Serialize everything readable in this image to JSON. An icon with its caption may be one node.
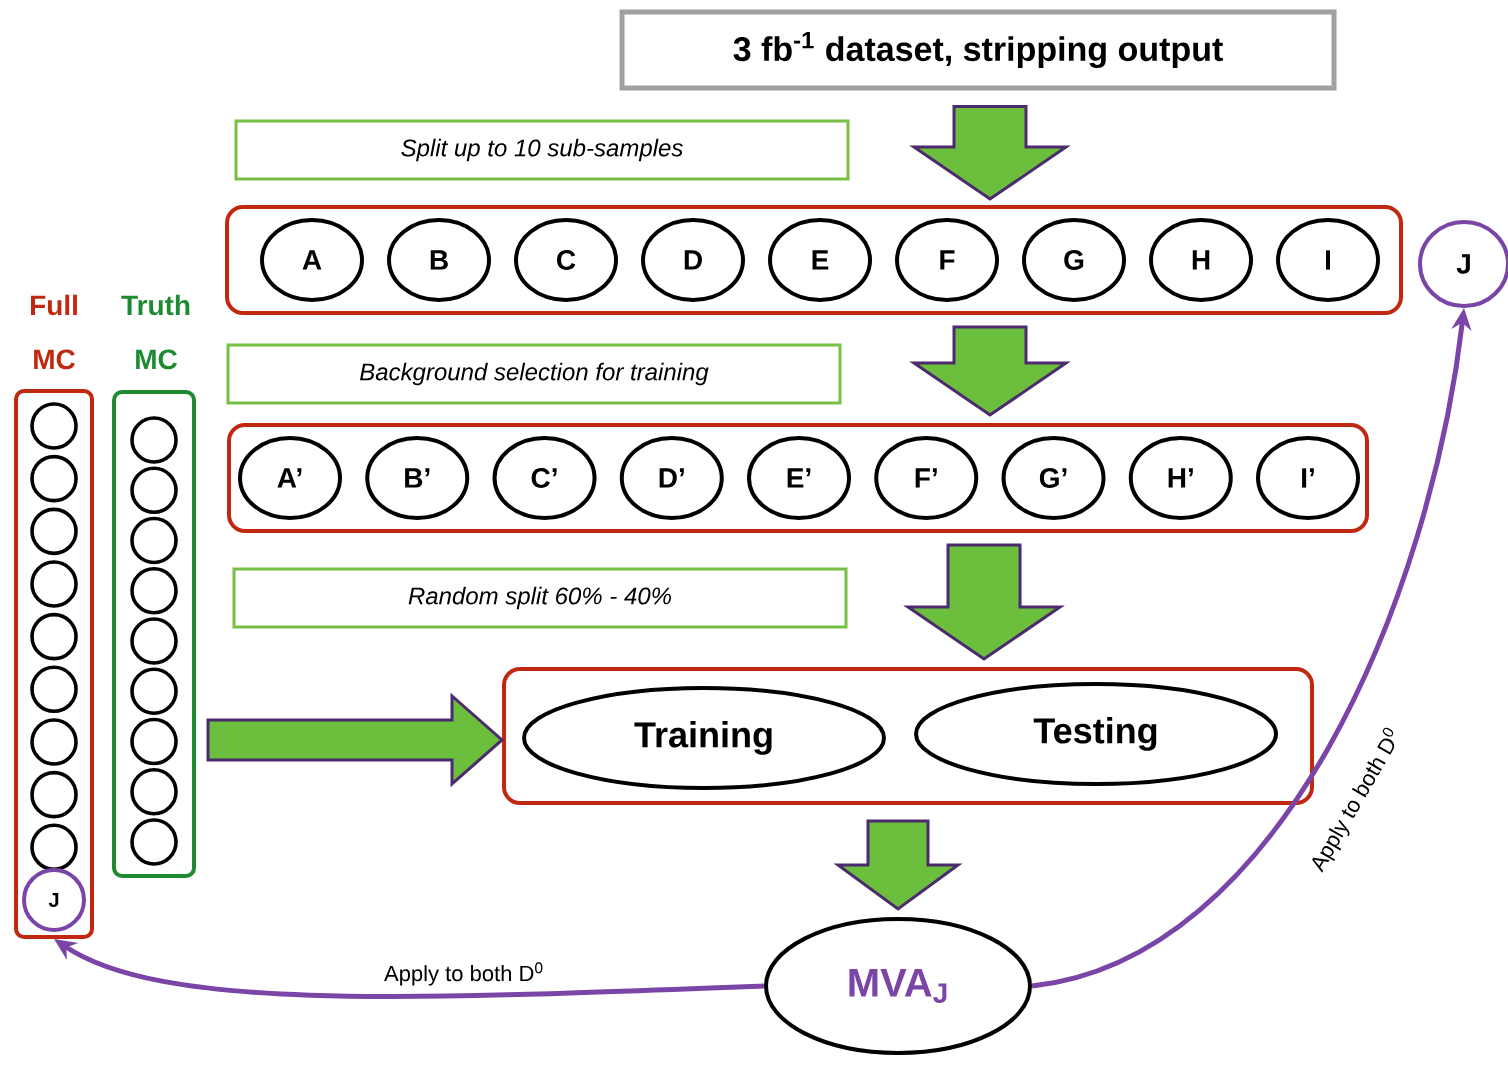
{
  "diagram": {
    "nodes": [
      {
        "text": [
          "3 fb$^{-1}$ dataset, stripping output"
        ]
      },
      {
        "text": [
          "Split up to 10 sub-samples"
        ]
      },
      {
        "text": [],
        "shape": "box"
      },
      {
        "text": [
          "A"
        ],
        "in": 2
      },
      {
        "text": [
          "B"
        ],
        "in": 2
      },
      {
        "text": [
          "C"
        ],
        "in": 2
      },
      {
        "text": [
          "D"
        ],
        "in": 2
      },
      {
        "text": [
          "E"
        ],
        "in": 2
      },
      {
        "text": [
          "F"
        ],
        "in": 2
      },
      {
        "text": [
          "G"
        ],
        "in": 2
      },
      {
        "text": [
          "H"
        ],
        "in": 2
      },
      {
        "text": [
          "I"
        ],
        "in": 2
      },
      {
        "text": [
          "J"
        ]
      },
      {
        "text": [
          "Background selection for training"
        ]
      },
      {
        "text": [],
        "shape": "box"
      },
      {
        "text": [
          "A’"
        ],
        "in": 14
      },
      {
        "text": [
          "B’"
        ],
        "in": 14
      },
      {
        "text": [
          "C’"
        ],
        "in": 14
      },
      {
        "text": [
          "D’"
        ],
        "in": 14
      },
      {
        "text": [
          "E’"
        ],
        "in": 14
      },
      {
        "text": [
          "F’"
        ],
        "in": 14
      },
      {
        "text": [
          "G’"
        ],
        "in": 14
      },
      {
        "text": [
          "H’"
        ],
        "in": 14
      },
      {
        "text": [
          "I’"
        ],
        "in": 14
      },
      {
        "text": [
          "Random split 60% - 40%"
        ]
      },
      {
        "text": [],
        "shape": "box"
      },
      {
        "text": [
          "Training"
        ],
        "in": 25
      },
      {
        "text": [
          "Testing"
        ],
        "in": 25
      },
      {
        "text": [
          "MVA$_{J}$"
        ]
      },
      {
        "text": [
          "Full MC"
        ]
      },
      {
        "text": [
          "Truth MC"
        ]
      },
      {
        "text": [],
        "shape": "circle",
        "in": 29
      },
      {
        "text": [],
        "shape": "circle",
        "in": 29
      },
      {
        "text": [],
        "shape": "circle",
        "in": 29
      },
      {
        "text": [],
        "shape": "circle",
        "in": 29
      },
      {
        "text": [],
        "shape": "circle",
        "in": 29
      },
      {
        "text": [],
        "shape": "circle",
        "in": 29
      },
      {
        "text": [],
        "shape": "circle",
        "in": 29
      },
      {
        "text": [],
        "shape": "circle",
        "in": 29
      },
      {
        "text": [],
        "shape": "circle",
        "in": 29
      },
      {
        "text": [
          "J"
        ],
        "in": 29
      },
      {
        "text": [],
        "shape": "circle",
        "in": 30
      },
      {
        "text": [],
        "shape": "circle",
        "in": 30
      },
      {
        "text": [],
        "shape": "circle",
        "in": 30
      },
      {
        "text": [],
        "shape": "circle",
        "in": 30
      },
      {
        "text": [],
        "shape": "circle",
        "in": 30
      },
      {
        "text": [],
        "shape": "circle",
        "in": 30
      },
      {
        "text": [],
        "shape": "circle",
        "in": 30
      },
      {
        "text": [],
        "shape": "circle",
        "in": 30
      },
      {
        "text": [],
        "shape": "circle",
        "in": 30
      }
    ],
    "edges": [
      {
        "from": 0,
        "to": 2,
        "arrow": "to"
      },
      {
        "from": 2,
        "to": 14,
        "arrow": "to"
      },
      {
        "from": 14,
        "to": 25,
        "arrow": "to"
      },
      {
        "from": 30,
        "to": 25,
        "arrow": "to"
      },
      {
        "from": 25,
        "to": 28,
        "arrow": "to"
      },
      {
        "from": 28,
        "to": 12,
        "arrow": "to",
        "label": "Apply to both D$^{0}$",
        "color": "#7b45a8"
      },
      {
        "from": 28,
        "to": 29,
        "arrow": "to",
        "label": "Apply to both D$^{0}$",
        "color": "#7b45a8"
      }
    ]
  }
}
